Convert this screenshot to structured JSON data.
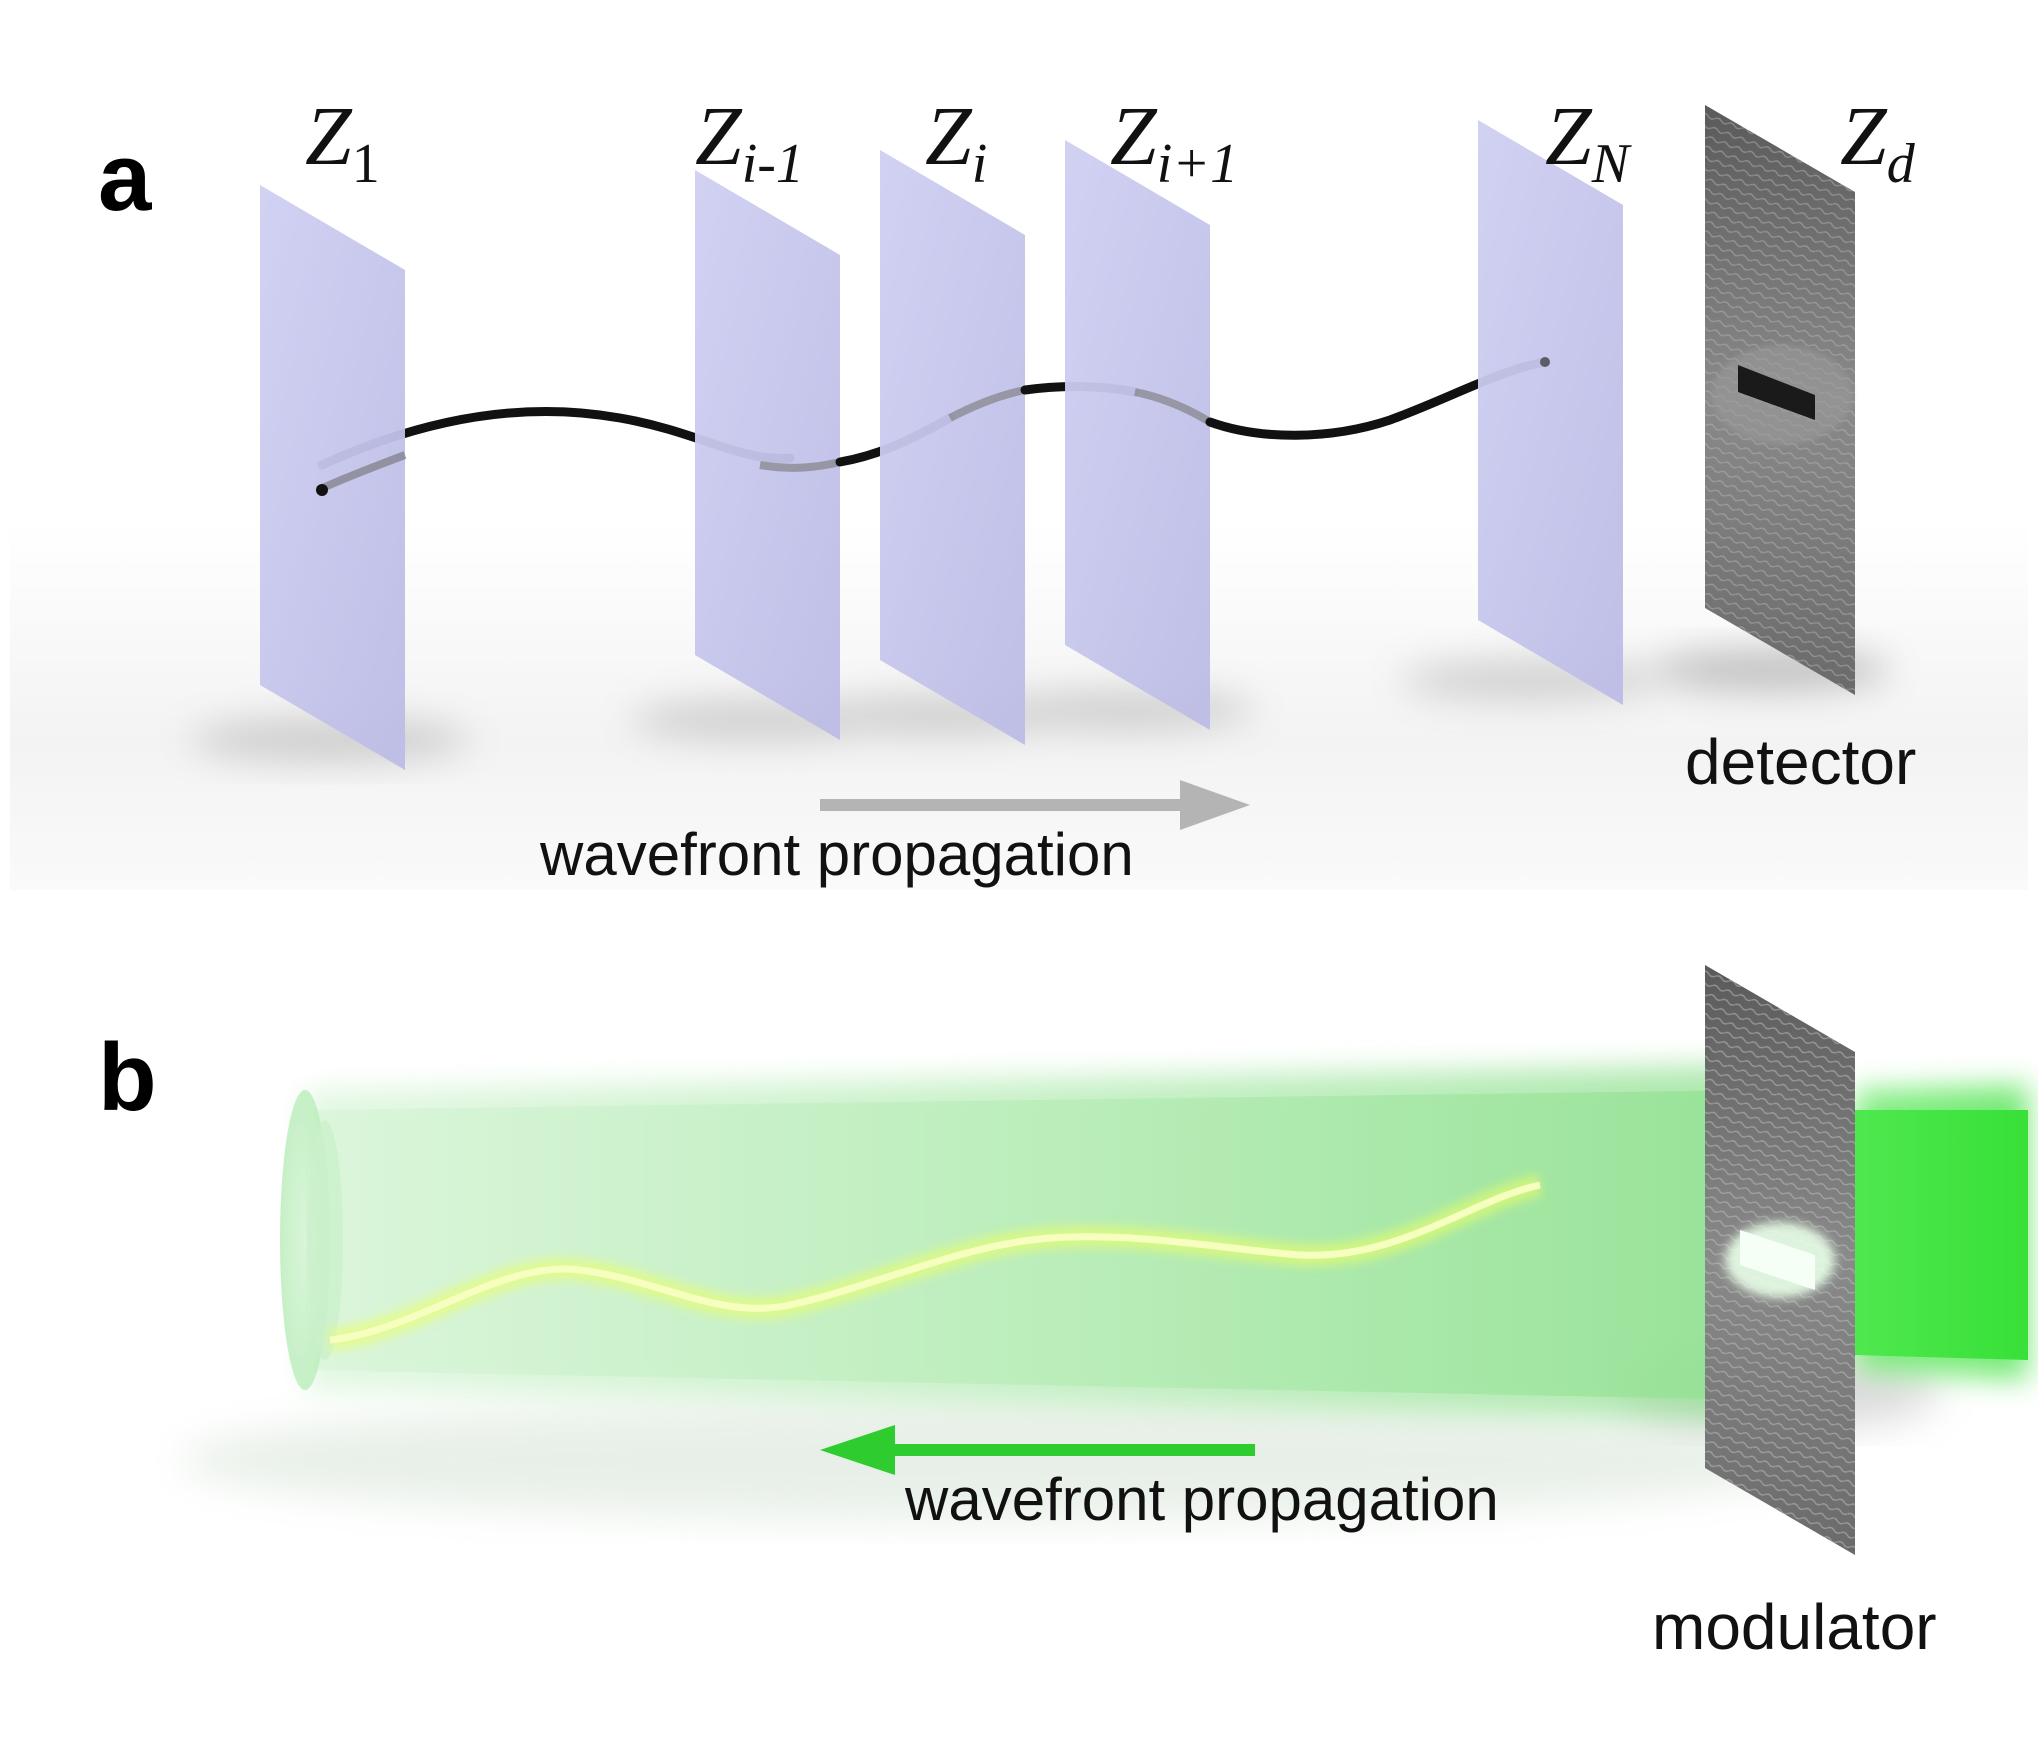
{
  "panel_a": {
    "letter": "a",
    "planes": [
      {
        "base": "Z",
        "sub": "1"
      },
      {
        "base": "Z",
        "sub": "i-1"
      },
      {
        "base": "Z",
        "sub": "i"
      },
      {
        "base": "Z",
        "sub": "i+1"
      },
      {
        "base": "Z",
        "sub": "N"
      },
      {
        "base": "Z",
        "sub": "d"
      }
    ],
    "arrow_label": "wavefront propagation",
    "device_label": "detector",
    "colors": {
      "plane": "#c9c9ee",
      "wave": "#111111",
      "arrow": "#b4b4b4",
      "detector": "#777777"
    }
  },
  "panel_b": {
    "letter": "b",
    "arrow_label": "wavefront propagation",
    "device_label": "modulator",
    "colors": {
      "beam": "#3ee63e",
      "wave": "#f2ff9a",
      "arrow": "#2ecc2e",
      "modulator": "#777777"
    }
  }
}
